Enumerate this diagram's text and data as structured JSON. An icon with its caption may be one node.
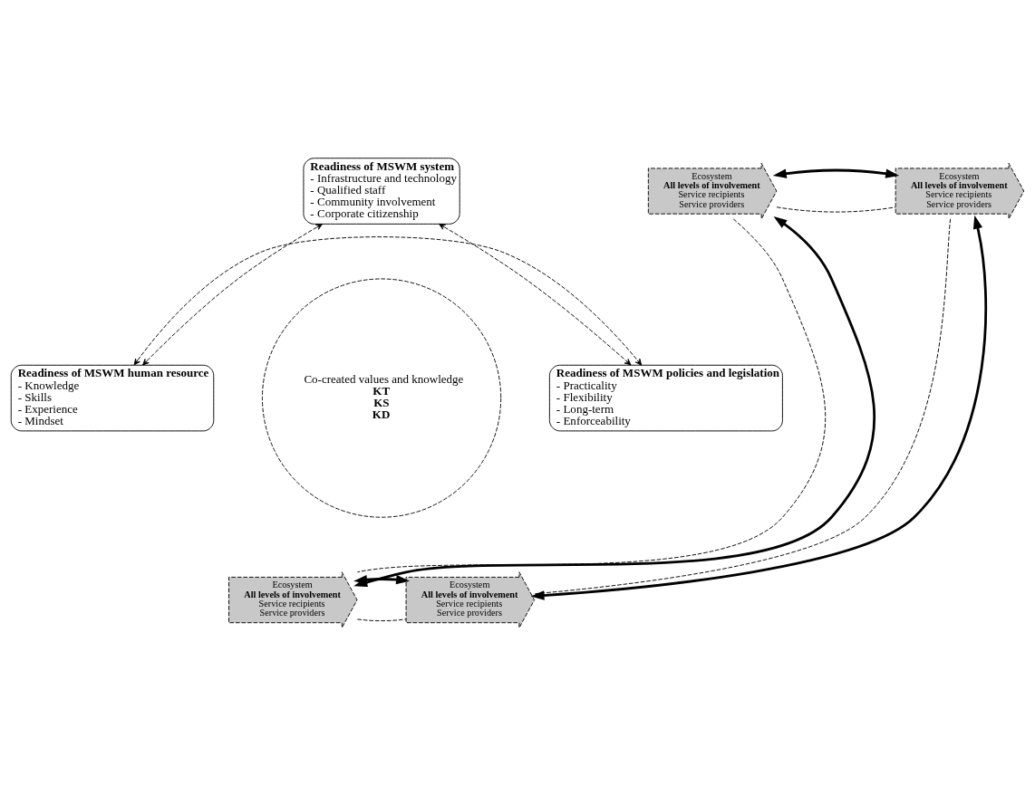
{
  "diagram": {
    "nodes": [
      {
        "text": [
          "Readiness of MSWM system",
          "- Infrastructure and technology",
          "- Qualified staff",
          "- Community involvement",
          "- Corporate citizenship"
        ]
      },
      {
        "text": [
          "Readiness of MSWM human resource",
          "- Knowledge",
          "- Skills",
          "- Experience",
          "- Mindset"
        ]
      },
      {
        "text": [
          "Readiness of MSWM policies and legislation",
          "- Practicality",
          "- Flexibility",
          "- Long-term",
          "- Enforceability"
        ]
      },
      {
        "text": [
          "Co-created values and knowledge",
          "KT",
          "KS",
          "KD"
        ]
      },
      {
        "text": [
          "Ecosystem",
          "All levels of involvement",
          "Service recipients",
          "Service providers"
        ]
      },
      {
        "text": [
          "Ecosystem",
          "All levels of involvement",
          "Service recipients",
          "Service providers"
        ]
      },
      {
        "text": [
          "Ecosystem",
          "All levels of involvement",
          "Service recipients",
          "Service providers"
        ]
      },
      {
        "text": [
          "Ecosystem",
          "All levels of involvement",
          "Service recipients",
          "Service providers"
        ]
      }
    ],
    "edges": [
      {
        "from": 0,
        "to": 1,
        "arrow": "both",
        "style": "dashed"
      },
      {
        "from": 0,
        "to": 2,
        "arrow": "both",
        "style": "dashed"
      },
      {
        "from": 1,
        "to": 2,
        "arrow": "both",
        "style": "dashed"
      },
      {
        "from": 4,
        "to": 5,
        "arrow": "none",
        "style": "dashed"
      },
      {
        "from": 4,
        "to": 5,
        "arrow": "both",
        "style": "thick"
      },
      {
        "from": 5,
        "to": 7,
        "arrow": "none",
        "style": "dashed"
      },
      {
        "from": 5,
        "to": 7,
        "arrow": "both",
        "style": "thick"
      },
      {
        "from": 6,
        "to": 7,
        "arrow": "none",
        "style": "dashed"
      },
      {
        "from": 6,
        "to": 7,
        "arrow": "both",
        "style": "thick"
      },
      {
        "from": 4,
        "to": 6,
        "arrow": "none",
        "style": "dashed"
      },
      {
        "from": 4,
        "to": 6,
        "arrow": "both",
        "style": "thick"
      }
    ]
  }
}
